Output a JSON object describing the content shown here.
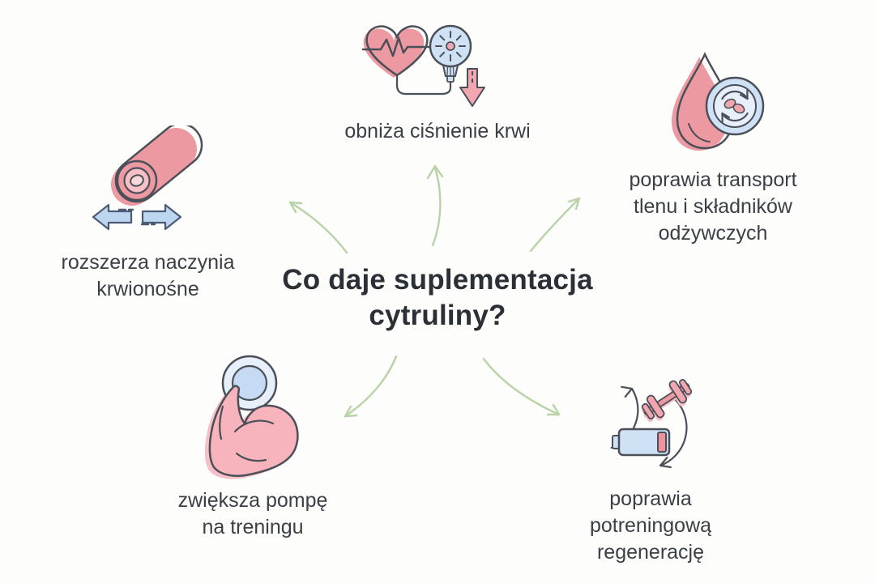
{
  "title": {
    "text": "Co daje suplementacja\ncytruliny?"
  },
  "benefits": [
    {
      "id": "blood-pressure",
      "label": "obniża ciśnienie krwi",
      "icon": "heart-blood-pressure-icon"
    },
    {
      "id": "oxygen-transport",
      "label": "poprawia transport\ntlenu i składników\nodżywczych",
      "icon": "blood-drop-circulation-icon"
    },
    {
      "id": "vasodilation",
      "label": "rozszerza naczynia\nkrwionośne",
      "icon": "blood-vessel-icon"
    },
    {
      "id": "muscle-pump",
      "label": "zwiększa pompę\nna treningu",
      "icon": "bicep-muscle-icon"
    },
    {
      "id": "regeneration",
      "label": "poprawia\npotreningową\nregenerację",
      "icon": "recovery-battery-icon"
    }
  ],
  "colors": {
    "background": "#fdfdfb",
    "title_text": "#2b2f36",
    "label_text": "#3b4047",
    "outline": "#4b4f58",
    "pink": "#ec99a2",
    "pink_mid": "#f2a7b0",
    "pink_light": "#f6c0c6",
    "pink_pale": "#f9d8db",
    "pink_arm": "#f8b4bc",
    "battery_pink": "#f0929e",
    "blue_light": "#cfe1f4",
    "blue_pale": "#e7f0fa",
    "blue_mid": "#c6dbf3",
    "blue_arrow": "#bcd6f0",
    "blue_arrow_stroke": "#4d5a74",
    "green_arrow": "#b8d3a7"
  }
}
